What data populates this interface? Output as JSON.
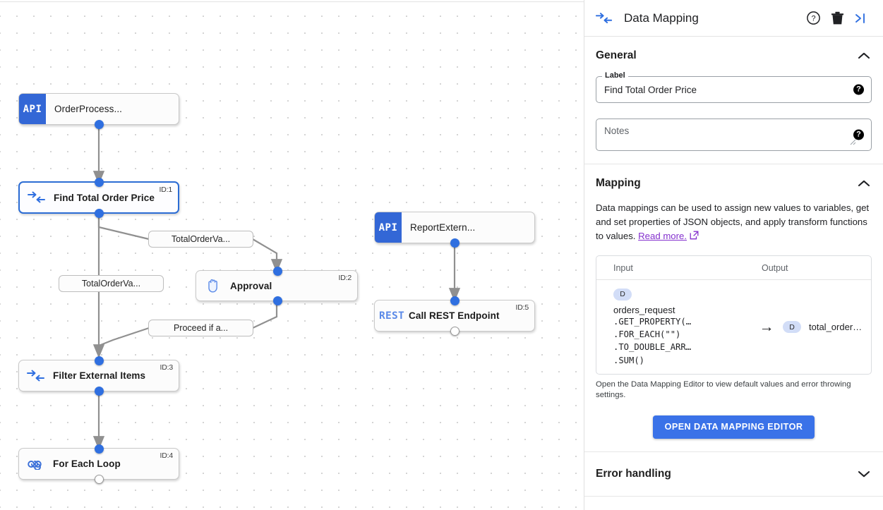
{
  "panel": {
    "header": {
      "icon": "data-mapping-icon",
      "title": "Data Mapping",
      "help_icon": "help-circle-icon",
      "delete_icon": "trash-icon",
      "collapse_icon": "collapse-panel-icon"
    },
    "general": {
      "title": "General",
      "collapse_state": "expanded",
      "label_field": {
        "legend": "Label",
        "value": "Find Total Order Price",
        "help": "?"
      },
      "notes_field": {
        "placeholder": "Notes",
        "value": "",
        "help": "?"
      }
    },
    "mapping": {
      "title": "Mapping",
      "collapse_state": "expanded",
      "description_part1": "Data mappings can be used to assign new values to variables, get and set properties of JSON objects, and apply transform functions to values. ",
      "read_more": "Read more.",
      "read_more_icon": "external-link-icon",
      "table": {
        "headers": {
          "input": "Input",
          "output": "Output"
        },
        "rows": [
          {
            "input_badge": "D",
            "input_variable": "orders_request",
            "input_chain": [
              ".GET_PROPERTY(…",
              ".FOR_EACH(\"\")",
              ".TO_DOUBLE_ARR…",
              ".SUM()"
            ],
            "arrow": "→",
            "output_badge": "D",
            "output_name": "total_order…"
          }
        ]
      },
      "note": "Open the Data Mapping Editor to view default values and error throwing settings.",
      "editor_button": "OPEN DATA MAPPING EDITOR"
    },
    "error_handling": {
      "title": "Error handling",
      "collapse_state": "collapsed"
    }
  },
  "canvas": {
    "nodes": [
      {
        "id": "node-orderprocess",
        "badge": "API",
        "title": "OrderProcess...",
        "id_label": "",
        "selected": false,
        "icon": "api-badge"
      },
      {
        "id": "node-find-total-order-price",
        "badge": "",
        "title": "Find Total Order Price",
        "id_label": "ID:1",
        "selected": true,
        "icon": "data-mapping-icon"
      },
      {
        "id": "node-approval",
        "badge": "",
        "title": "Approval",
        "id_label": "ID:2",
        "selected": false,
        "icon": "hand-icon"
      },
      {
        "id": "node-filter-external-items",
        "badge": "",
        "title": "Filter External Items",
        "id_label": "ID:3",
        "selected": false,
        "icon": "data-mapping-icon"
      },
      {
        "id": "node-for-each-loop",
        "badge": "",
        "title": "For Each Loop",
        "id_label": "ID:4",
        "selected": false,
        "icon": "loop-icon"
      },
      {
        "id": "node-reportextern",
        "badge": "API",
        "title": "ReportExtern...",
        "id_label": "",
        "selected": false,
        "icon": "api-badge"
      },
      {
        "id": "node-call-rest-endpoint",
        "badge": "REST",
        "title": "Call REST Endpoint",
        "id_label": "ID:5",
        "selected": false,
        "icon": "rest-badge"
      }
    ],
    "edge_labels": [
      {
        "id": "edge-label-totalordervalue-1",
        "text": "TotalOrderVa..."
      },
      {
        "id": "edge-label-totalordervalue-2",
        "text": "TotalOrderVa..."
      },
      {
        "id": "edge-label-proceed-if",
        "text": "Proceed if a..."
      }
    ]
  },
  "colors": {
    "accent_blue": "#3a72e8",
    "node_port_blue": "#2f6fe0",
    "api_badge_blue": "#3367d6",
    "rest_text_blue": "#5b8ae8",
    "link_purple": "#8430ce",
    "badge_pill": "#d2ddf7"
  }
}
